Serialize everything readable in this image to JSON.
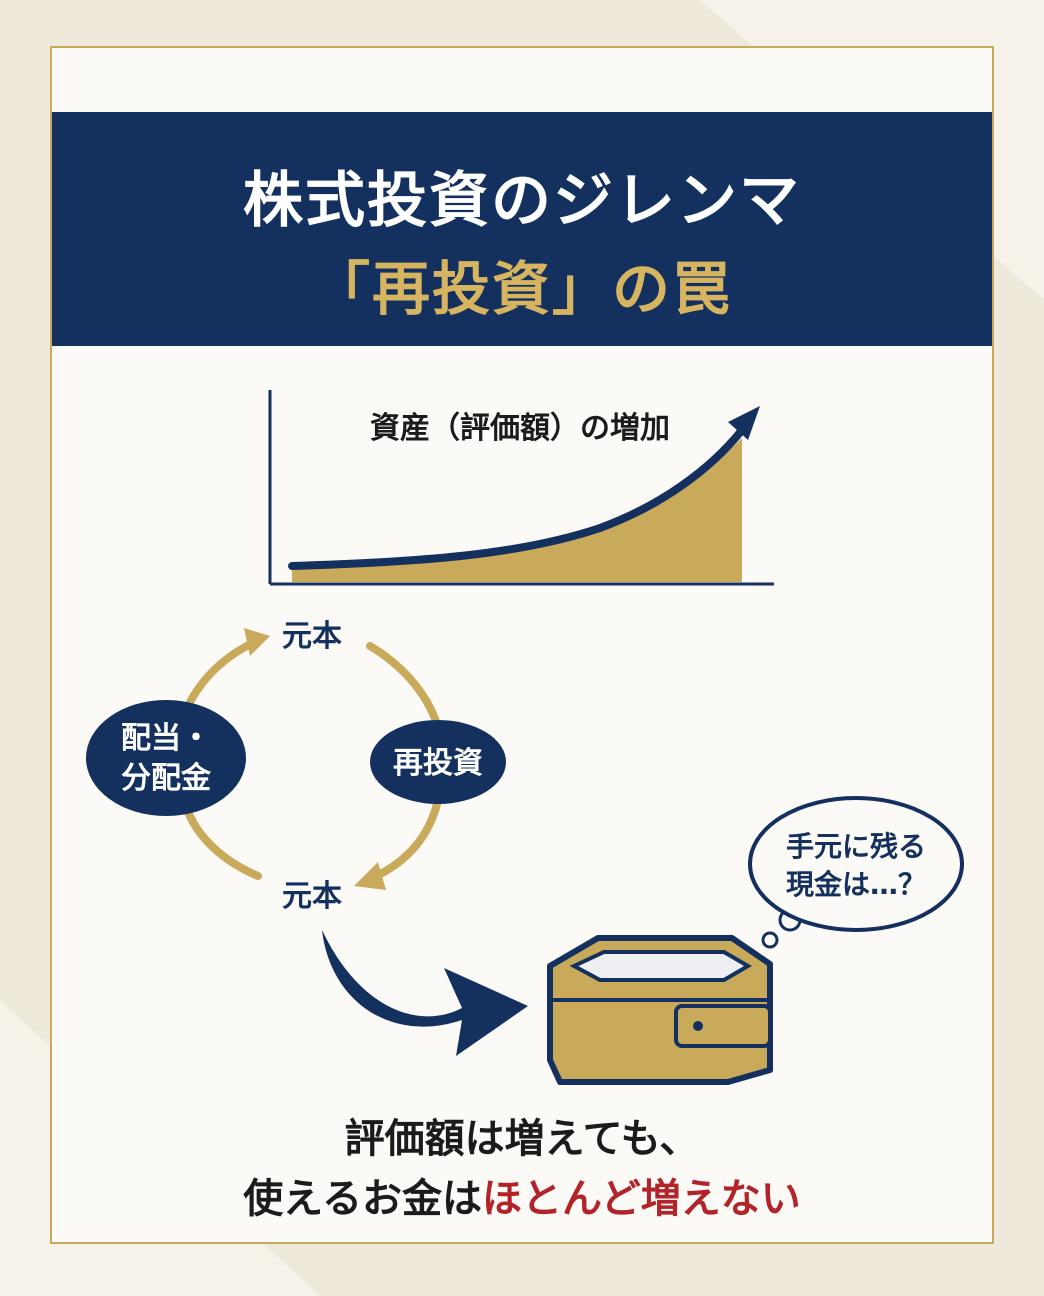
{
  "header": {
    "title_line1": "株式投資のジレンマ",
    "title_line2": "「再投資」の罠"
  },
  "chart": {
    "label": "資産（評価額）の増加"
  },
  "cycle": {
    "top_label": "元本",
    "bottom_label": "元本",
    "left_bubble_line1": "配当・",
    "left_bubble_line2": "分配金",
    "right_bubble": "再投資"
  },
  "thought": {
    "line1": "手元に残る",
    "line2": "現金は…？"
  },
  "footer": {
    "line1": "評価額は増えても、",
    "line2_prefix": "使えるお金は",
    "line2_emphasis": "ほとんど増えない"
  },
  "colors": {
    "navy": "#13305f",
    "gold": "#c9a95a",
    "red": "#b3242a"
  }
}
